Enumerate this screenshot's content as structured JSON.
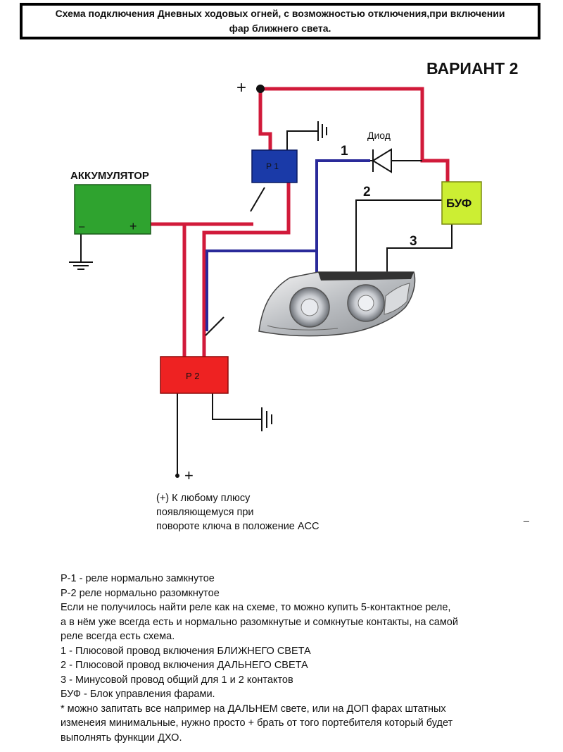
{
  "title": {
    "line1": "Схема подключения Дневных ходовых огней, с возможностью отключения,при включении",
    "line2": "фар ближнего света."
  },
  "variant": "ВАРИАНТ 2",
  "labels": {
    "battery": "АККУМУЛЯТОР",
    "battery_minus": "–",
    "battery_plus": "+",
    "relay1": "Р 1",
    "relay2": "Р 2",
    "diode": "Диод",
    "buf": "БУФ",
    "wire1": "1",
    "wire2": "2",
    "wire3": "3",
    "plus_top": "+",
    "plus_bottom": "+"
  },
  "colors": {
    "wire_red": "#d11a3a",
    "wire_blue": "#2a2a9a",
    "battery": "#2fa32f",
    "relay1": "#1a3aa8",
    "relay2": "#ee2222",
    "buf": "#ccee33"
  },
  "acc_note": [
    "(+) К любому плюсу",
    "появляющемуся при",
    "повороте ключа в положение ACC"
  ],
  "dash_mark": "_",
  "notes": [
    "Р-1 - реле нормально замкнутое",
    "Р-2   реле нормально разомкнутое",
    "Если не получилось найти реле как на схеме, то можно купить 5-контактное реле,",
    "а в нём уже всегда есть и нормально разомкнутые и сомкнутые контакты, на самой",
    "реле всегда есть схема.",
    "1 - Плюсовой провод включения БЛИЖНЕГО СВЕТА",
    "2 - Плюсовой провод включения ДАЛЬНЕГО СВЕТА",
    "3 - Минусовой провод общий для 1 и 2 контактов",
    "БУФ - Блок управления фарами.",
    "* можно запитать все например на ДАЛЬНЕМ свете, или на ДОП фарах штатных",
    "изменеия минимальные, нужно просто + брать от того портебителя который будет",
    "выполнять функции ДХО."
  ]
}
